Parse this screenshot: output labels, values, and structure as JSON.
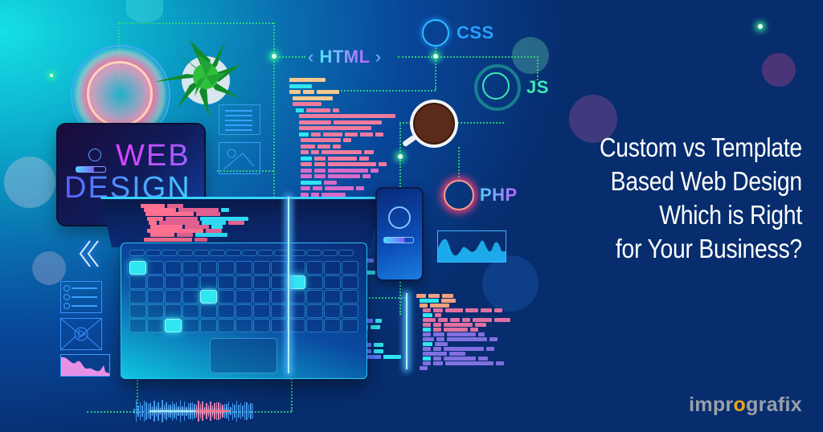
{
  "headline": {
    "lines": [
      "Custom vs Template",
      "Based Web Design",
      "Which is Right",
      "for Your Business?"
    ]
  },
  "logo": {
    "prefix": "impr",
    "highlight": "o",
    "suffix": "grafix"
  },
  "tech_tags": {
    "html": "HTML",
    "css": "CSS",
    "js": "JS",
    "php": "PHP"
  },
  "tablet": {
    "line1": "WEB",
    "line2": "DESIGN"
  },
  "colors": {
    "background_dark": "#072d6e",
    "background_light": "#16e0e6",
    "logo_accent": "#f3a316",
    "logo_text": "#9aa0a8",
    "connector_green": "#2fe07a",
    "css_blue": "#2aa0ff",
    "js_green": "#3de8b0",
    "php_gradient": [
      "#4fd0ff",
      "#c060ff"
    ],
    "html_gradient": [
      "#4fe6ff",
      "#c85cff"
    ]
  },
  "icons": [
    "plant-icon",
    "coffee-cup-icon",
    "neon-ring-icon",
    "double-chevron-left-icon",
    "checklist-icon",
    "video-mail-icon",
    "wave-chart-icon",
    "document-icon",
    "image-icon",
    "users-icon",
    "audio-waveform-icon"
  ]
}
